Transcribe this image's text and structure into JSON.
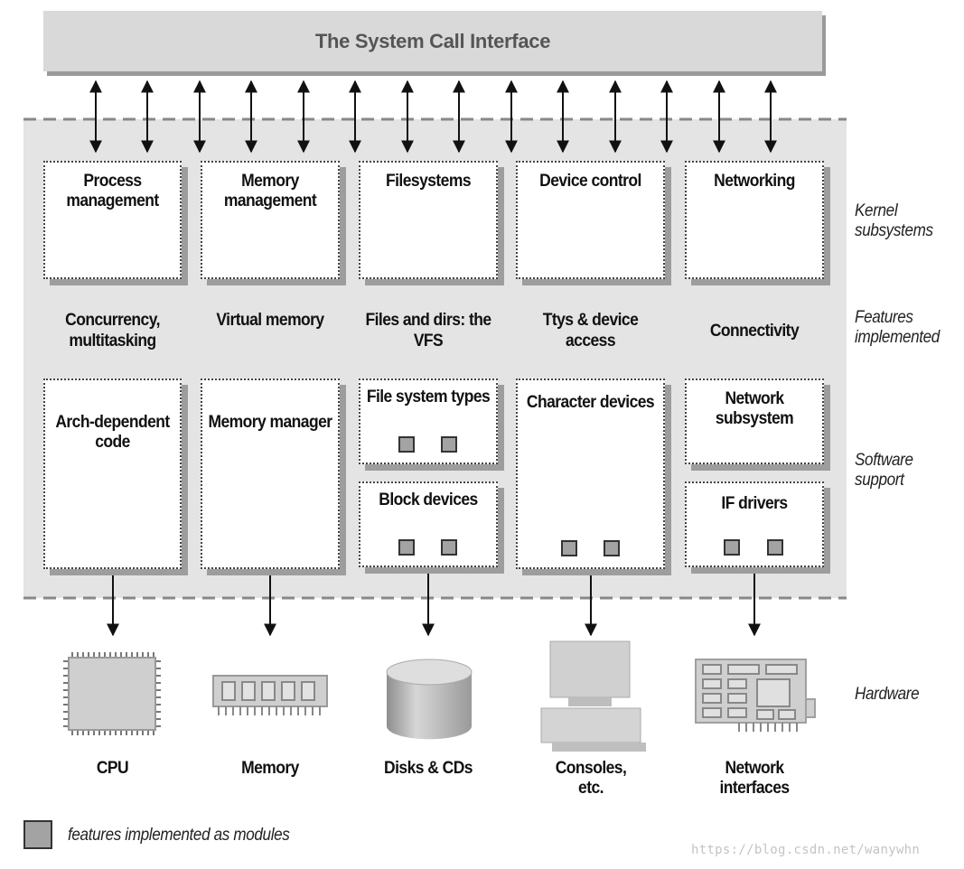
{
  "banner": {
    "title": "The System Call Interface"
  },
  "side_labels": {
    "kernel": "Kernel subsystems",
    "features": "Features implemented",
    "software": "Software support",
    "hardware": "Hardware"
  },
  "columns": [
    {
      "subsystem": "Process management",
      "feature": "Concurrency, multitasking",
      "support": [
        "Arch-dependent code"
      ],
      "hardware": "CPU"
    },
    {
      "subsystem": "Memory management",
      "feature": "Virtual memory",
      "support": [
        "Memory manager"
      ],
      "hardware": "Memory"
    },
    {
      "subsystem": "Filesystems",
      "feature": "Files and dirs: the VFS",
      "support": [
        "File system types",
        "Block devices"
      ],
      "hardware": "Disks & CDs"
    },
    {
      "subsystem": "Device control",
      "feature": "Ttys & device access",
      "support": [
        "Character devices"
      ],
      "hardware": "Consoles, etc."
    },
    {
      "subsystem": "Networking",
      "feature": "Connectivity",
      "support": [
        "Network subsystem",
        "IF drivers"
      ],
      "hardware": "Network interfaces"
    }
  ],
  "legend": {
    "text": "features implemented as modules"
  },
  "watermark": "https://blog.csdn.net/wanywhn",
  "colors": {
    "kernel_bg": "#e4e4e4",
    "banner_bg": "#d9d9d9",
    "module_fill": "#a3a3a3",
    "shadow": "#9d9d9d"
  }
}
